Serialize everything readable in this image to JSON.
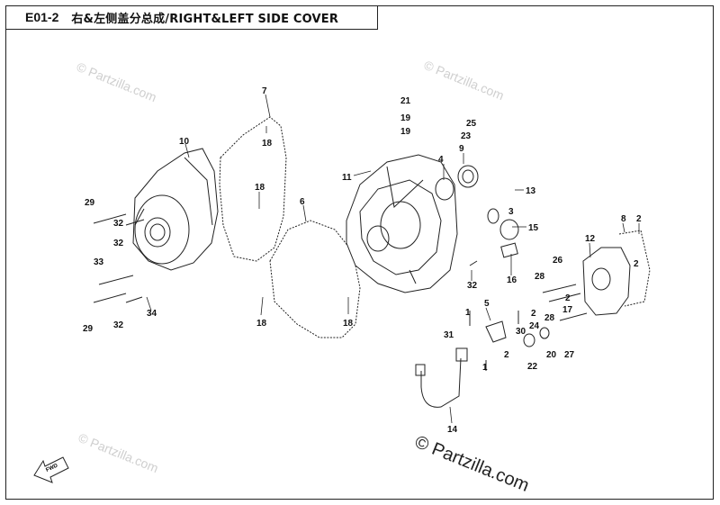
{
  "header": {
    "code": "E01-2",
    "title": "右&左侧盖分总成/RIGHT&LEFT SIDE COVER"
  },
  "watermarks": {
    "faint": "© Partzilla.com",
    "main": "© Partzilla.com"
  },
  "fwd_label": "FWD",
  "callouts": {
    "c1": "1",
    "c2": "2",
    "c3": "3",
    "c4": "4",
    "c5": "5",
    "c6": "6",
    "c7": "7",
    "c8": "8",
    "c9": "9",
    "c10": "10",
    "c11": "11",
    "c12": "12",
    "c13": "13",
    "c14": "14",
    "c15": "15",
    "c16": "16",
    "c17": "17",
    "c18": "18",
    "c19": "19",
    "c20": "20",
    "c21": "21",
    "c22": "22",
    "c23": "23",
    "c24": "24",
    "c25": "25",
    "c26": "26",
    "c27": "27",
    "c28": "28",
    "c29": "29",
    "c30": "30",
    "c31": "31",
    "c32": "32",
    "c33": "33",
    "c34": "34"
  },
  "colors": {
    "line": "#222222",
    "watermark": "#cfcfcf",
    "fill": "#ffffff"
  }
}
